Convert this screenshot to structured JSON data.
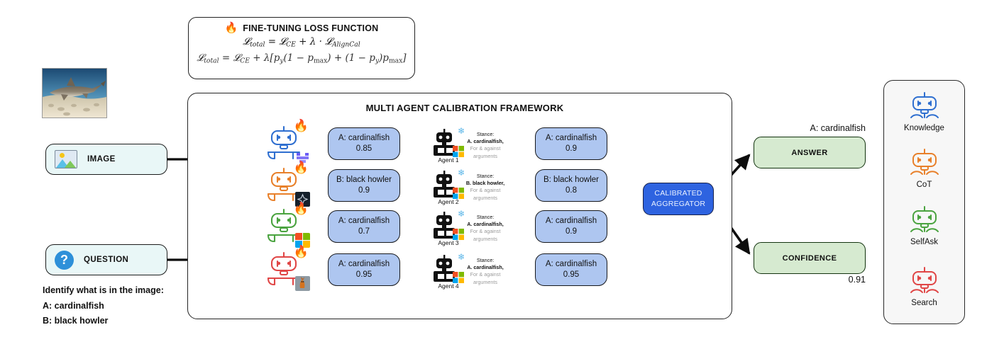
{
  "loss_card": {
    "icon": "fire-icon",
    "title": "FINE-TUNING LOSS FUNCTION",
    "equation_1": "L_total = L_CE + λ · L_AlignCal",
    "equation_2": "L_total = L_CE + λ[p_y(1 − p_max) + (1 − p_y)p_max]"
  },
  "inputs": {
    "image_label": "IMAGE",
    "question_label": "QUESTION",
    "image_icon": "picture-icon",
    "question_icon": "question-mark-icon",
    "photo_alt": "shark-photo"
  },
  "question_text": {
    "prompt": "Identify what is in the image:",
    "option_a": "A: cardinalfish",
    "option_b": "B: black howler"
  },
  "framework": {
    "title": "MULTI AGENT CALIBRATION FRAMEWORK"
  },
  "models": [
    {
      "name": "robot-blue-icon",
      "color": "#2f6fd0",
      "badge": "mistral-logo",
      "fire": "fire-icon"
    },
    {
      "name": "robot-orange-icon",
      "color": "#e8802a",
      "badge": "dark-star-logo",
      "fire": "fire-icon"
    },
    {
      "name": "robot-green-icon",
      "color": "#4aa33f",
      "badge": "microsoft-logo",
      "fire": "fire-icon"
    },
    {
      "name": "robot-red-icon",
      "color": "#e04646",
      "badge": "llama-logo",
      "fire": "fire-icon"
    }
  ],
  "round1": [
    {
      "answer": "A: cardinalfish",
      "score": "0.85"
    },
    {
      "answer": "B: black howler",
      "score": "0.9"
    },
    {
      "answer": "A: cardinalfish",
      "score": "0.7"
    },
    {
      "answer": "A: cardinalfish",
      "score": "0.95"
    }
  ],
  "agents": [
    {
      "name": "Agent 1",
      "stance_head": "Stance:",
      "stance_option": "A. cardinalfish,",
      "stance_line1": "For & against",
      "stance_line2": "arguments"
    },
    {
      "name": "Agent 2",
      "stance_head": "Stance:",
      "stance_option": "B. black howler,",
      "stance_line1": "For & against",
      "stance_line2": "arguments"
    },
    {
      "name": "Agent 3",
      "stance_head": "Stance:",
      "stance_option": "A. cardinalfish,",
      "stance_line1": "For & against",
      "stance_line2": "arguments"
    },
    {
      "name": "Agent 4",
      "stance_head": "Stance:",
      "stance_option": "A. cardinalfish,",
      "stance_line1": "For & against",
      "stance_line2": "arguments"
    }
  ],
  "round2": [
    {
      "answer": "A: cardinalfish",
      "score": "0.9"
    },
    {
      "answer": "B: black howler",
      "score": "0.8"
    },
    {
      "answer": "A: cardinalfish",
      "score": "0.9"
    },
    {
      "answer": "A: cardinalfish",
      "score": "0.95"
    }
  ],
  "aggregator": {
    "line1": "CALIBRATED",
    "line2": "AGGREGATOR"
  },
  "outputs": {
    "answer_label": "ANSWER",
    "answer_value": "A: cardinalfish",
    "confidence_label": "CONFIDENCE",
    "confidence_value": "0.91"
  },
  "legend": [
    {
      "label": "Knowledge",
      "color": "#2f6fd0",
      "icon": "robot-blue-icon"
    },
    {
      "label": "CoT",
      "color": "#e8802a",
      "icon": "robot-orange-icon"
    },
    {
      "label": "SelfAsk",
      "color": "#4aa33f",
      "icon": "robot-green-icon"
    },
    {
      "label": "Search",
      "color": "#e04646",
      "icon": "robot-red-icon"
    }
  ],
  "colors": {
    "prediction_fill": "#aec6f0",
    "aggregator_fill": "#2e63e0",
    "output_fill": "#d6ead0",
    "input_fill": "#e9f7f7",
    "legend_fill": "#f7f7f7"
  }
}
